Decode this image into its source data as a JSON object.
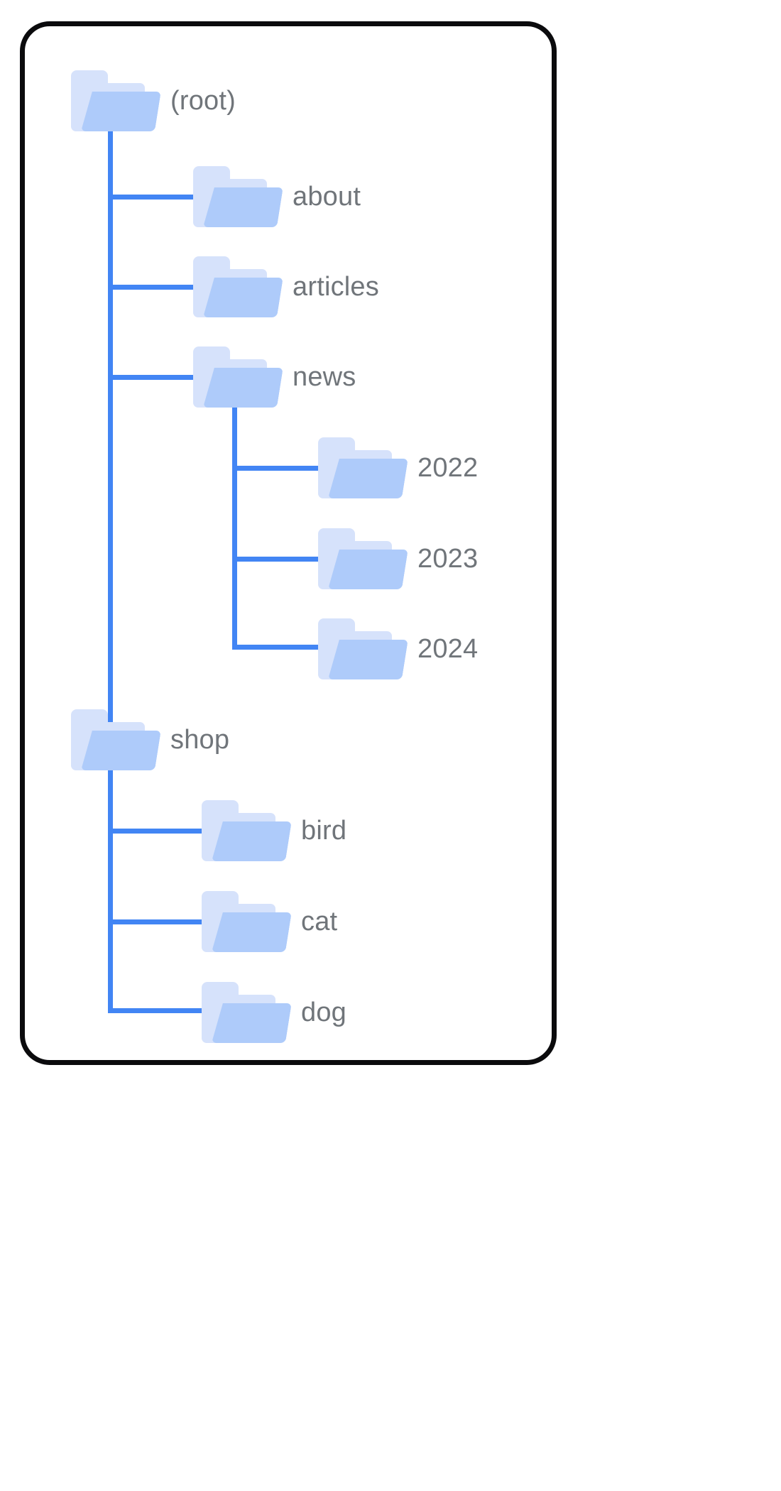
{
  "diagram": {
    "title": "folder-tree",
    "colors": {
      "line": "#4285f4",
      "folder_front": "#aecbfa",
      "folder_back": "#d6e2fb",
      "label_text": "#70757a",
      "card_border": "#0b0b0d",
      "background": "#ffffff"
    },
    "nodes": [
      {
        "id": "root",
        "label": "(root)",
        "depth": 0,
        "icon": "folder-icon"
      },
      {
        "id": "about",
        "label": "about",
        "depth": 1,
        "icon": "folder-icon"
      },
      {
        "id": "articles",
        "label": "articles",
        "depth": 1,
        "icon": "folder-icon"
      },
      {
        "id": "news",
        "label": "news",
        "depth": 1,
        "icon": "folder-icon"
      },
      {
        "id": "news2022",
        "label": "2022",
        "depth": 2,
        "icon": "folder-icon"
      },
      {
        "id": "news2023",
        "label": "2023",
        "depth": 2,
        "icon": "folder-icon"
      },
      {
        "id": "news2024",
        "label": "2024",
        "depth": 2,
        "icon": "folder-icon"
      },
      {
        "id": "shop",
        "label": "shop",
        "depth": 0,
        "icon": "folder-icon"
      },
      {
        "id": "bird",
        "label": "bird",
        "depth": 1,
        "icon": "folder-icon"
      },
      {
        "id": "cat",
        "label": "cat",
        "depth": 1,
        "icon": "folder-icon"
      },
      {
        "id": "dog",
        "label": "dog",
        "depth": 1,
        "icon": "folder-icon"
      }
    ]
  }
}
